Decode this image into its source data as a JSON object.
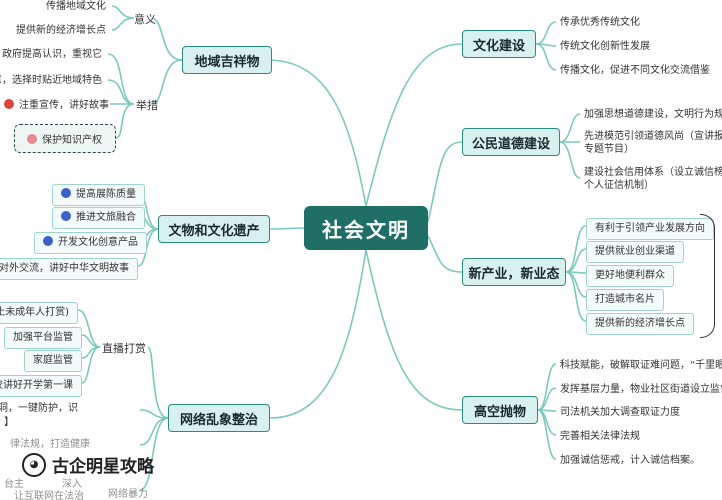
{
  "root": {
    "title": "社会文明"
  },
  "branches": {
    "mascot": {
      "title": "地域吉祥物",
      "groups": [
        {
          "label": "意义",
          "items": [
            "传播地域文化",
            "提供新的经济增长点"
          ]
        },
        {
          "label": "举措",
          "items": [
            "政府提高认识，重视它",
            "意，选择时贴近地域特色",
            "注重宣传，讲好故事",
            "保护知识产权"
          ]
        }
      ]
    },
    "heritage": {
      "title": "文物和文化遗产",
      "items": [
        "提高展陈质量",
        "推进文旅融合",
        "开发文化创意产品",
        "展对外交流，讲好中华文明故事"
      ]
    },
    "internet": {
      "title": "网络乱象整治",
      "groups": [
        {
          "label": "直播打赏",
          "items": [
            "止未成年人打赏)",
            "加强平台监管",
            "家庭监管",
            "校讲好开学第一课"
          ]
        }
      ],
      "extra_items": [
        "洞，一键防护，识",
        "】",
        "律法规，打造健康",
        "台主",
        "深入",
        "让互联网在法治",
        "网络暴力"
      ]
    },
    "culture": {
      "title": "文化建设",
      "items": [
        "传承优秀传统文化",
        "传统文化创新性发展",
        "传播文化，促进不同文化交流借鉴"
      ]
    },
    "morality": {
      "title": "公民道德建设",
      "items": [
        "加强思想道德建设，文明行为规范",
        "先进模范引领道德风尚（宣讲报告\n专题节目）",
        "建设社会信用体系（设立诚信榜单\n个人征信机制）"
      ]
    },
    "newindustry": {
      "title": "新产业，新业态",
      "items": [
        "有利于引领产业发展方向",
        "提供就业创业渠道",
        "更好地便利群众",
        "打造城市名片",
        "提供新的经济增长点"
      ]
    },
    "throwing": {
      "title": "高空抛物",
      "items": [
        "科技赋能，破解取证难问题，“千里眼”",
        "发挥基层力量，物业社区街道设立监督",
        "司法机关加大调查取证力度",
        "完善相关法律法规",
        "加强诚信惩戒，计入诚信档案。"
      ]
    }
  },
  "watermark": {
    "text": "古企明星攻略"
  },
  "colors": {
    "root": "#1f6f66",
    "branch_fill": "#d9f1ee",
    "branch_border": "#2a8c80",
    "link": "#7cc9bd"
  }
}
